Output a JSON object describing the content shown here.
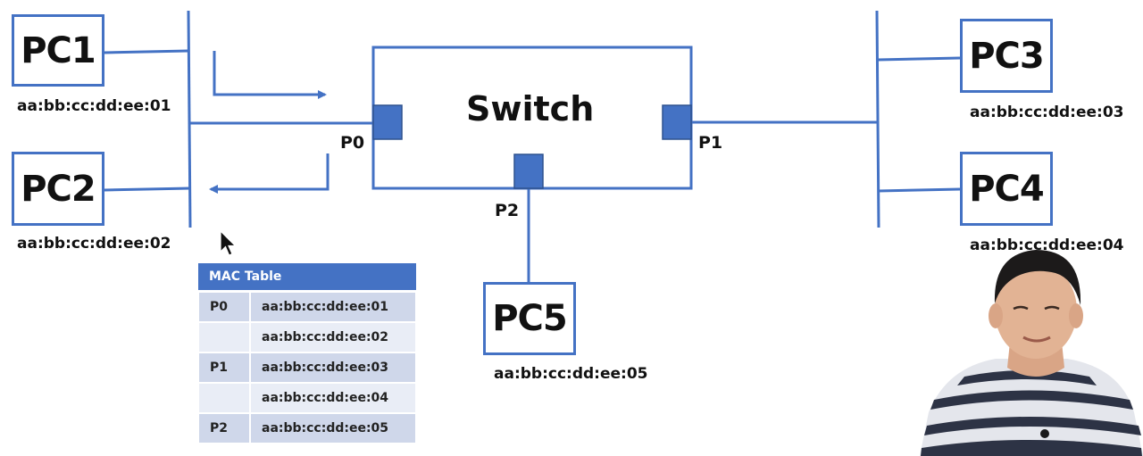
{
  "diagram": {
    "switch": {
      "label": "Switch"
    },
    "ports": {
      "p0": "P0",
      "p1": "P1",
      "p2": "P2"
    },
    "pcs": {
      "pc1": {
        "label": "PC1",
        "mac": "aa:bb:cc:dd:ee:01"
      },
      "pc2": {
        "label": "PC2",
        "mac": "aa:bb:cc:dd:ee:02"
      },
      "pc3": {
        "label": "PC3",
        "mac": "aa:bb:cc:dd:ee:03"
      },
      "pc4": {
        "label": "PC4",
        "mac": "aa:bb:cc:dd:ee:04"
      },
      "pc5": {
        "label": "PC5",
        "mac": "aa:bb:cc:dd:ee:05"
      }
    }
  },
  "mac_table": {
    "title": "MAC Table",
    "rows": [
      {
        "port": "P0",
        "mac": "aa:bb:cc:dd:ee:01"
      },
      {
        "port": "",
        "mac": "aa:bb:cc:dd:ee:02"
      },
      {
        "port": "P1",
        "mac": "aa:bb:cc:dd:ee:03"
      },
      {
        "port": "",
        "mac": "aa:bb:cc:dd:ee:04"
      },
      {
        "port": "P2",
        "mac": "aa:bb:cc:dd:ee:05"
      }
    ]
  },
  "colors": {
    "line": "#4472c4",
    "port_fill": "#4472c4",
    "table_header": "#4472c4",
    "table_row_dark": "#cfd7ea",
    "table_row_light": "#e9edf6"
  },
  "icons": {
    "cursor": "mouse-pointer-icon",
    "presenter": "presenter-video-overlay"
  }
}
